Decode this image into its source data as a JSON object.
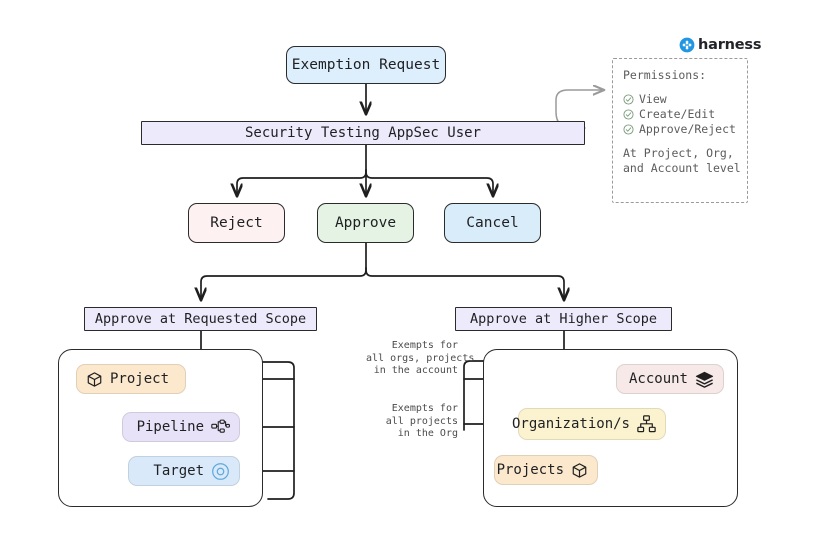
{
  "brand": {
    "logo_text": "harness",
    "logo_color": "#2196e3",
    "logo_icon": "harness-diamond-icon"
  },
  "flow": {
    "start": {
      "label": "Exemption Request",
      "color": "#ddeefc"
    },
    "actor": {
      "label": "Security Testing AppSec User",
      "color": "#edeafb"
    },
    "actions": [
      {
        "name": "reject",
        "label": "Reject",
        "color": "#fdf1f1"
      },
      {
        "name": "approve",
        "label": "Approve",
        "color": "#e4f3e4"
      },
      {
        "name": "cancel",
        "label": "Cancel",
        "color": "#d9ecfa"
      }
    ],
    "scopes": [
      {
        "name": "requested",
        "label": "Approve at Requested Scope",
        "color": "#edeafb"
      },
      {
        "name": "higher",
        "label": "Approve at Higher Scope",
        "color": "#edeafb"
      }
    ]
  },
  "permissions": {
    "title": "Permissions:",
    "items": [
      {
        "label": "View",
        "icon": "check-circle-icon"
      },
      {
        "label": "Create/Edit",
        "icon": "check-circle-icon"
      },
      {
        "label": "Approve/Reject",
        "icon": "check-circle-icon"
      }
    ],
    "footer_line1": "At Project, Org,",
    "footer_line2": "and Account level"
  },
  "requested_scope_panel": {
    "nodes": [
      {
        "name": "project",
        "label": "Project",
        "icon": "cube-icon",
        "color": "#fbe8cd"
      },
      {
        "name": "pipeline",
        "label": "Pipeline",
        "icon": "pipeline-nodes-icon",
        "color": "#e7e2f7"
      },
      {
        "name": "target",
        "label": "Target",
        "icon": "target-ring-icon",
        "color": "#d9e9f9"
      }
    ]
  },
  "higher_scope_panel": {
    "nodes": [
      {
        "name": "account",
        "label": "Account",
        "icon": "layers-icon",
        "color": "#f6e9e8"
      },
      {
        "name": "organizations",
        "label": "Organization/s",
        "icon": "org-chart-icon",
        "color": "#fbf3cf"
      },
      {
        "name": "projects",
        "label": "Projects",
        "icon": "cube-icon",
        "color": "#fbe8cd"
      }
    ],
    "edge_labels": {
      "account": "Exempts for\nall orgs, projects\nin the account",
      "organization": "Exempts for\nall projects\nin the Org"
    }
  }
}
